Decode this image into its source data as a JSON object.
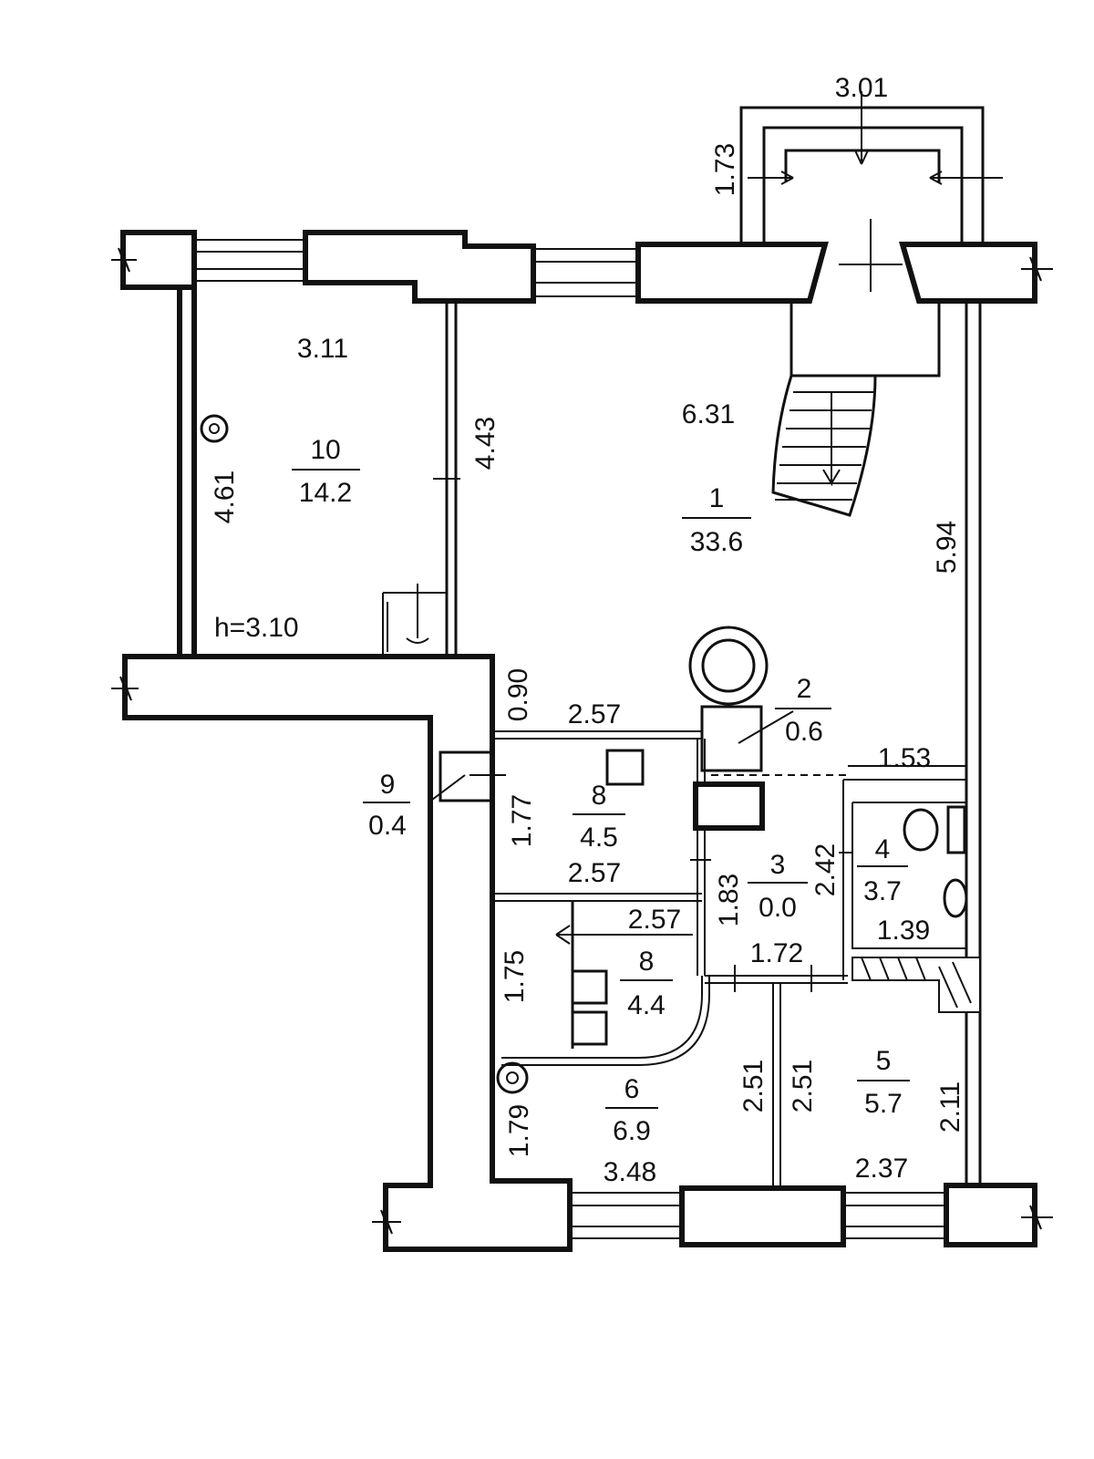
{
  "ceiling_height": "h=3.10",
  "rooms": [
    {
      "id": "10",
      "area": "14.2"
    },
    {
      "id": "1",
      "area": "33.6"
    },
    {
      "id": "2",
      "area": "0.6"
    },
    {
      "id": "9",
      "area": "0.4"
    },
    {
      "id": "8",
      "area": "4.5"
    },
    {
      "id": "3",
      "area": "0.0"
    },
    {
      "id": "4",
      "area": "3.7"
    },
    {
      "id": "8",
      "area": "4.4"
    },
    {
      "id": "6",
      "area": "6.9"
    },
    {
      "id": "5",
      "area": "5.7"
    }
  ],
  "dimensions": [
    "3.01",
    "1.73",
    "3.11",
    "4.43",
    "6.31",
    "4.61",
    "5.94",
    "0.90",
    "2.57",
    "1.53",
    "1.77",
    "2.57",
    "2.42",
    "1.83",
    "2.57",
    "1.39",
    "1.75",
    "1.72",
    "2.51",
    "2.51",
    "2.11",
    "1.79",
    "3.48",
    "2.37"
  ]
}
